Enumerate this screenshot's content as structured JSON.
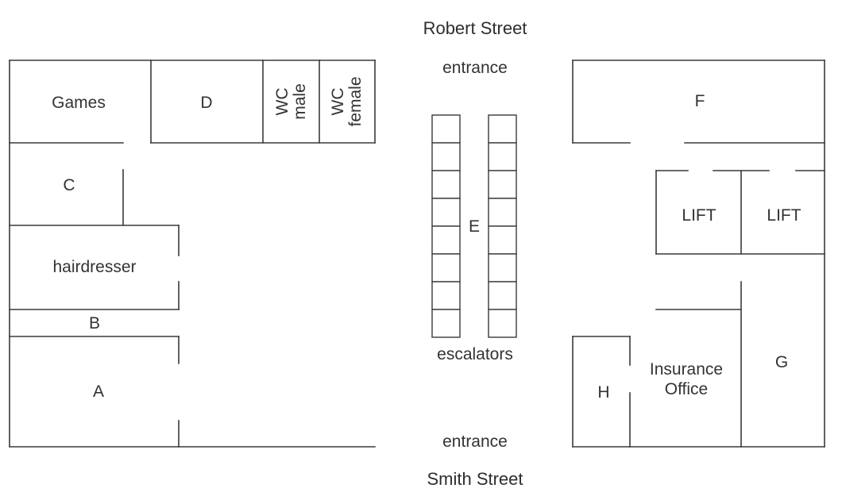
{
  "streets": {
    "top": "Robert Street",
    "bottom": "Smith Street"
  },
  "entrances": {
    "top": "entrance",
    "bottom": "entrance"
  },
  "rooms": {
    "games": "Games",
    "d": "D",
    "wc_male": [
      "WC",
      "male"
    ],
    "wc_female": [
      "WC",
      "female"
    ],
    "c": "C",
    "hairdresser": "hairdresser",
    "b": "B",
    "a": "A",
    "e": "E",
    "escalators": "escalators",
    "f": "F",
    "lift_1": "LIFT",
    "lift_2": "LIFT",
    "g": "G",
    "insurance_office": [
      "Insurance",
      "Office"
    ],
    "h": "H"
  },
  "escalators": {
    "steps_per_flight": 8,
    "flights": 2
  }
}
